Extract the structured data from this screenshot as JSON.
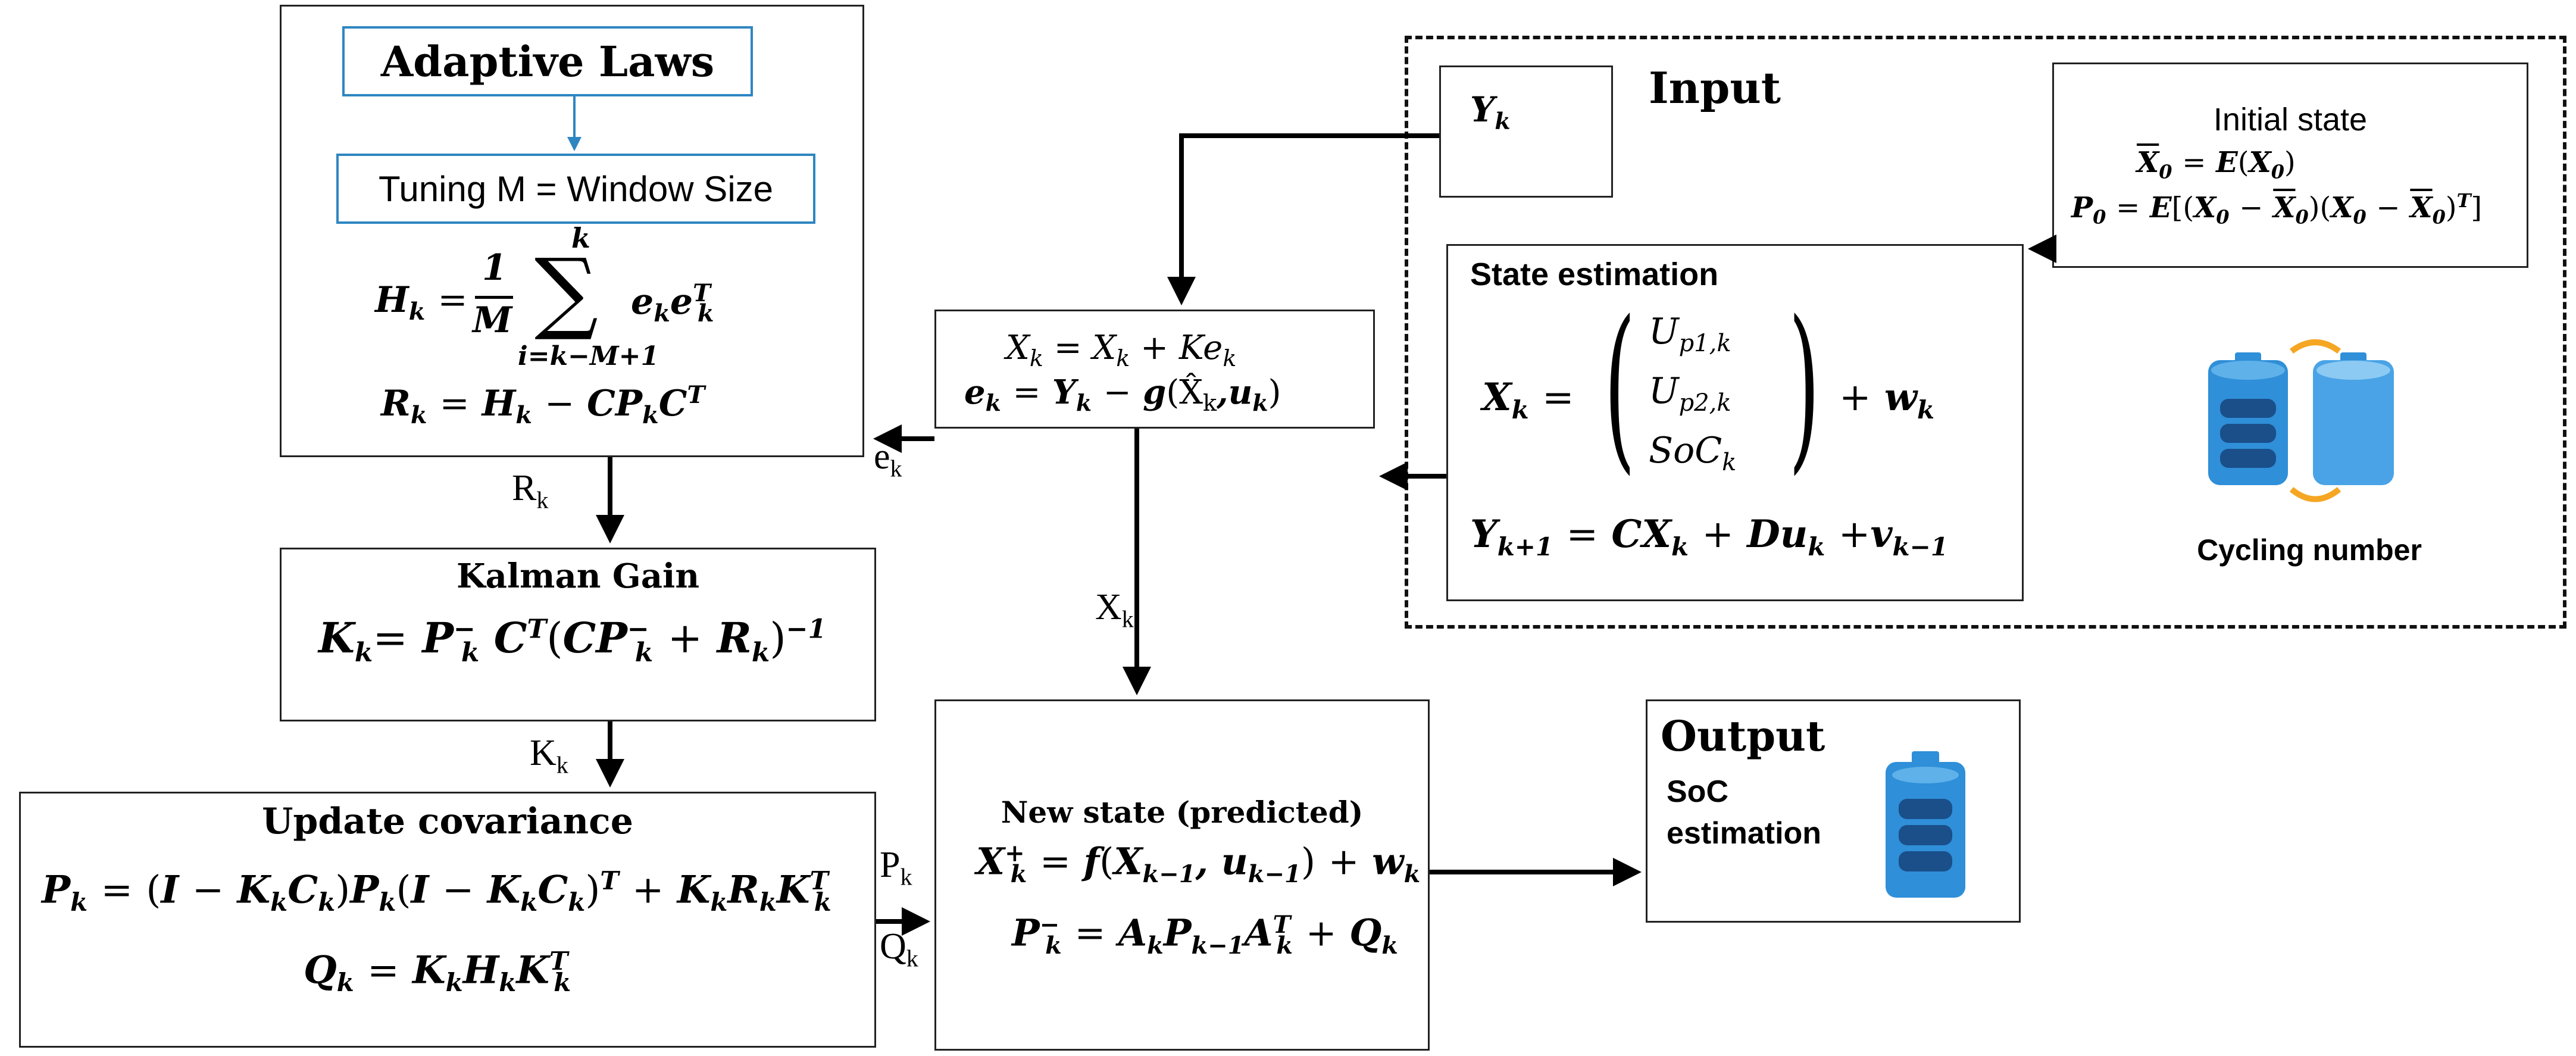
{
  "adaptive": {
    "title": "Adaptive Laws",
    "tuning": "Tuning M = Window Size",
    "hk_lhs": "H",
    "hk_sub": "k",
    "hk_eq": "=",
    "hk_frac_num": "1",
    "hk_frac_den": "M",
    "hk_sum_top": "k",
    "hk_sum_bottom": "i=k−M+1",
    "hk_rhs": "e",
    "rk": "R",
    "rk_rest": "= H",
    "rk_rest2": "− CP",
    "rk_rest3": "C"
  },
  "labels": {
    "rk_arrow": "R",
    "rk_arrow_sub": "k",
    "ek_arrow": "e",
    "ek_arrow_sub": "k",
    "xk_arrow": "X",
    "xk_arrow_sub": "k",
    "kk_arrow": "K",
    "kk_arrow_sub": "k",
    "pk_arrow": "P",
    "pk_arrow_sub": "k",
    "qk_arrow": "Q",
    "qk_arrow_sub": "k"
  },
  "kalman": {
    "title": "Kalman Gain"
  },
  "update": {
    "title": "Update covariance"
  },
  "correction": {},
  "newstate": {
    "title": "New state (predicted)"
  },
  "output": {
    "title": "Output",
    "desc_line1": "SoC",
    "desc_line2": "estimation"
  },
  "input": {
    "title": "Input",
    "initial_title": "Initial state",
    "state_title": "State estimation",
    "cycling": "Cycling number"
  },
  "colors": {
    "accent_blue": "#2e86c1",
    "battery_blue": "#2f8fd8",
    "battery_dark": "#1a4f8a",
    "arrow_orange": "#f5a623"
  },
  "icons": [
    "database-battery-icon",
    "cycle-battery-icon",
    "output-battery-icon"
  ]
}
